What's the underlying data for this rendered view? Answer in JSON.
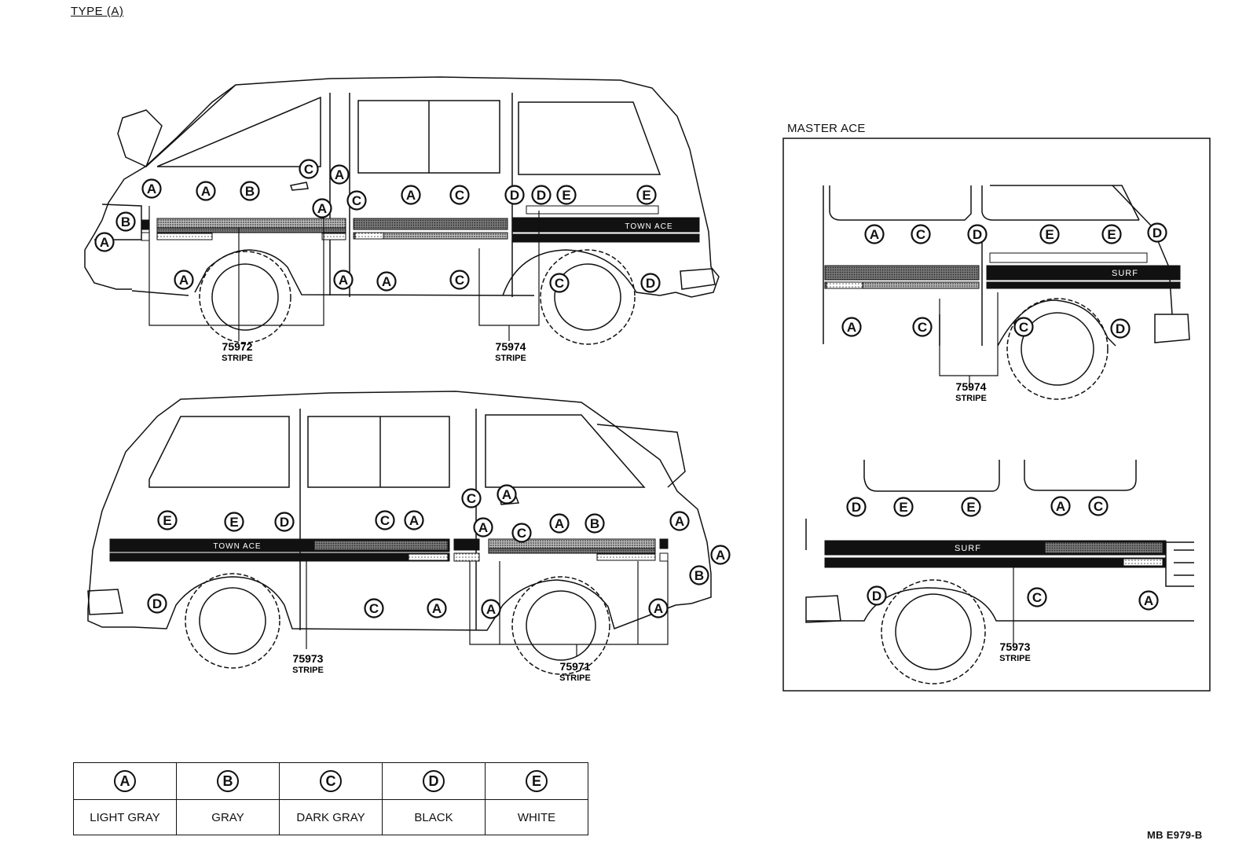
{
  "header": {
    "type_title": "TYPE (A)"
  },
  "master_ace": {
    "title": "MASTER ACE"
  },
  "ref_code": "MB E979-B",
  "part_labels": {
    "p75972": "75972",
    "p75974": "75974",
    "p75973": "75973",
    "p75971": "75971",
    "ma75974": "75974",
    "ma75973": "75973",
    "stripe_word": "STRIPE"
  },
  "stripe_texts": {
    "town_ace": "TOWN ACE",
    "surf": "SURF"
  },
  "callouts": {
    "tr": [
      "B",
      "A",
      "A",
      "A",
      "A",
      "B",
      "C",
      "A",
      "A",
      "C",
      "A",
      "A",
      "A",
      "C",
      "C",
      "D",
      "D",
      "E",
      "E",
      "C",
      "D"
    ],
    "lw": [
      "E",
      "E",
      "D",
      "D",
      "C",
      "A",
      "C",
      "A",
      "C",
      "A",
      "C",
      "A",
      "A",
      "A",
      "B",
      "A",
      "A",
      "B",
      "A"
    ],
    "mt": [
      "A",
      "C",
      "D",
      "E",
      "E",
      "D",
      "A",
      "C",
      "C",
      "D"
    ],
    "mb": [
      "D",
      "E",
      "E",
      "A",
      "C",
      "D",
      "C",
      "A"
    ]
  },
  "legend": [
    {
      "letter": "A",
      "name": "LIGHT GRAY"
    },
    {
      "letter": "B",
      "name": "GRAY"
    },
    {
      "letter": "C",
      "name": "DARK GRAY"
    },
    {
      "letter": "D",
      "name": "BLACK"
    },
    {
      "letter": "E",
      "name": "WHITE"
    }
  ]
}
